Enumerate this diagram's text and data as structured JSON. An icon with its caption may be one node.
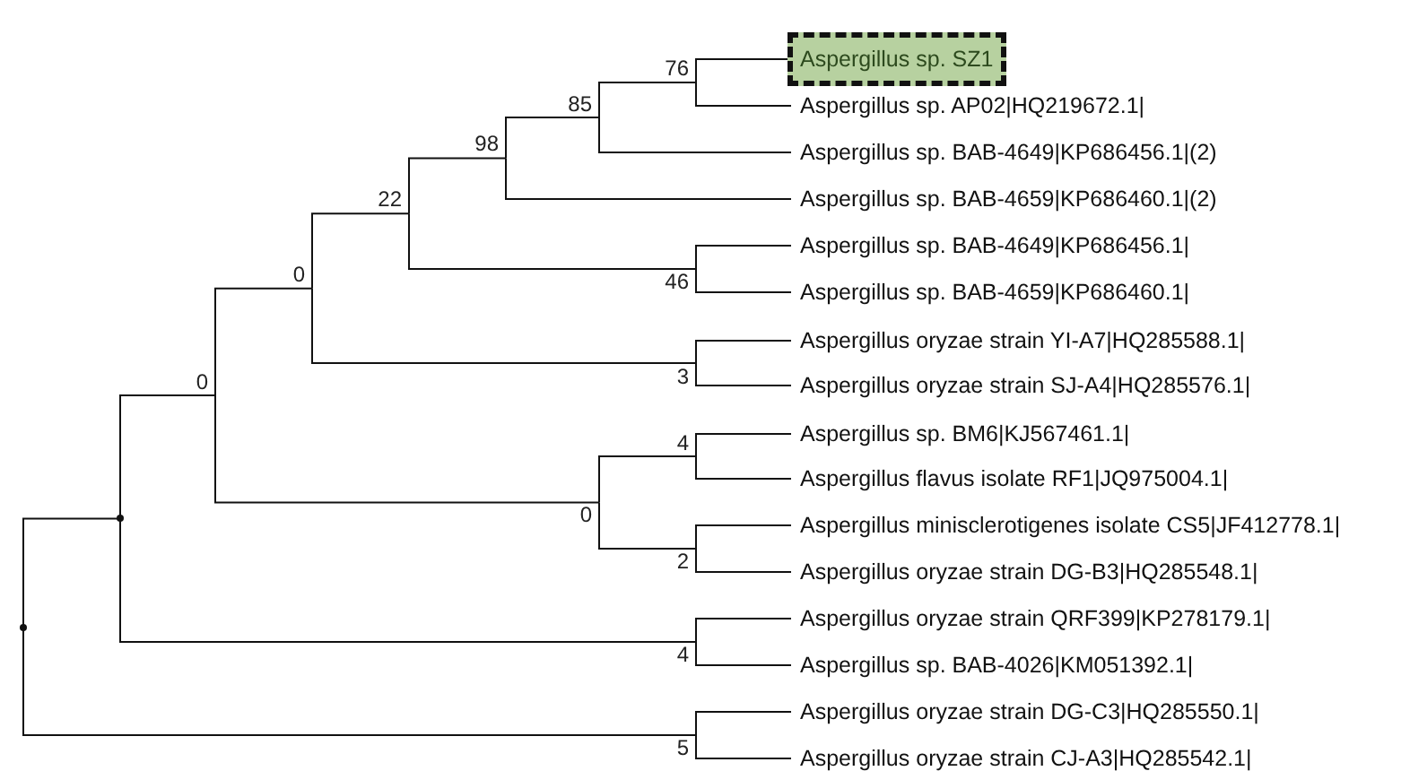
{
  "diagram": {
    "nodes": [
      {
        "text": [
          "Aspergillus sp. SZ1"
        ]
      },
      {
        "text": [
          "Aspergillus sp. AP02|HQ219672.1|"
        ]
      },
      {
        "text": [
          "Aspergillus sp. BAB-4649|KP686456.1|(2)"
        ]
      },
      {
        "text": [
          "Aspergillus sp. BAB-4659|KP686460.1|(2)"
        ]
      },
      {
        "text": [
          "Aspergillus sp. BAB-4649|KP686456.1|"
        ]
      },
      {
        "text": [
          "Aspergillus sp. BAB-4659|KP686460.1|"
        ]
      },
      {
        "text": [
          "Aspergillus oryzae strain YI-A7|HQ285588.1|"
        ]
      },
      {
        "text": [
          "Aspergillus oryzae strain SJ-A4|HQ285576.1|"
        ]
      },
      {
        "text": [
          "Aspergillus sp. BM6|KJ567461.1|"
        ]
      },
      {
        "text": [
          "Aspergillus flavus isolate RF1|JQ975004.1|"
        ]
      },
      {
        "text": [
          "Aspergillus minisclerotigenes isolate CS5|JF412778.1|"
        ]
      },
      {
        "text": [
          "Aspergillus oryzae strain DG-B3|HQ285548.1|"
        ]
      },
      {
        "text": [
          "Aspergillus oryzae strain QRF399|KP278179.1|"
        ]
      },
      {
        "text": [
          "Aspergillus sp. BAB-4026|KM051392.1|"
        ]
      },
      {
        "text": [
          "Aspergillus oryzae strain DG-C3|HQ285550.1|"
        ]
      },
      {
        "text": [
          "Aspergillus oryzae strain CJ-A3|HQ285542.1|"
        ]
      },
      {
        "text": [
          "76"
        ]
      },
      {
        "text": [
          "85"
        ]
      },
      {
        "text": [
          "98"
        ]
      },
      {
        "text": [
          "46"
        ]
      },
      {
        "text": [
          "22"
        ]
      },
      {
        "text": [
          "3"
        ]
      },
      {
        "text": [
          "0"
        ]
      },
      {
        "text": [
          "4"
        ]
      },
      {
        "text": [
          "2"
        ]
      },
      {
        "text": [
          "0"
        ]
      },
      {
        "text": [
          "0"
        ]
      },
      {
        "text": [
          "4"
        ]
      },
      {
        "text": [],
        "shape": "dot"
      },
      {
        "text": [
          "5"
        ]
      },
      {
        "text": [],
        "shape": "dot"
      }
    ],
    "edges": [
      {
        "from": 16,
        "to": 0,
        "arrow": "none"
      },
      {
        "from": 16,
        "to": 1,
        "arrow": "none"
      },
      {
        "from": 17,
        "to": 16,
        "arrow": "none"
      },
      {
        "from": 17,
        "to": 2,
        "arrow": "none"
      },
      {
        "from": 18,
        "to": 17,
        "arrow": "none"
      },
      {
        "from": 18,
        "to": 3,
        "arrow": "none"
      },
      {
        "from": 19,
        "to": 4,
        "arrow": "none"
      },
      {
        "from": 19,
        "to": 5,
        "arrow": "none"
      },
      {
        "from": 20,
        "to": 18,
        "arrow": "none"
      },
      {
        "from": 20,
        "to": 19,
        "arrow": "none"
      },
      {
        "from": 21,
        "to": 6,
        "arrow": "none"
      },
      {
        "from": 21,
        "to": 7,
        "arrow": "none"
      },
      {
        "from": 22,
        "to": 20,
        "arrow": "none"
      },
      {
        "from": 22,
        "to": 21,
        "arrow": "none"
      },
      {
        "from": 23,
        "to": 8,
        "arrow": "none"
      },
      {
        "from": 23,
        "to": 9,
        "arrow": "none"
      },
      {
        "from": 24,
        "to": 10,
        "arrow": "none"
      },
      {
        "from": 24,
        "to": 11,
        "arrow": "none"
      },
      {
        "from": 25,
        "to": 23,
        "arrow": "none"
      },
      {
        "from": 25,
        "to": 24,
        "arrow": "none"
      },
      {
        "from": 26,
        "to": 22,
        "arrow": "none"
      },
      {
        "from": 26,
        "to": 25,
        "arrow": "none"
      },
      {
        "from": 27,
        "to": 12,
        "arrow": "none"
      },
      {
        "from": 27,
        "to": 13,
        "arrow": "none"
      },
      {
        "from": 28,
        "to": 26,
        "arrow": "none"
      },
      {
        "from": 28,
        "to": 27,
        "arrow": "none"
      },
      {
        "from": 29,
        "to": 14,
        "arrow": "none"
      },
      {
        "from": 29,
        "to": 15,
        "arrow": "none"
      },
      {
        "from": 30,
        "to": 28,
        "arrow": "none"
      },
      {
        "from": 30,
        "to": 29,
        "arrow": "none"
      }
    ]
  }
}
